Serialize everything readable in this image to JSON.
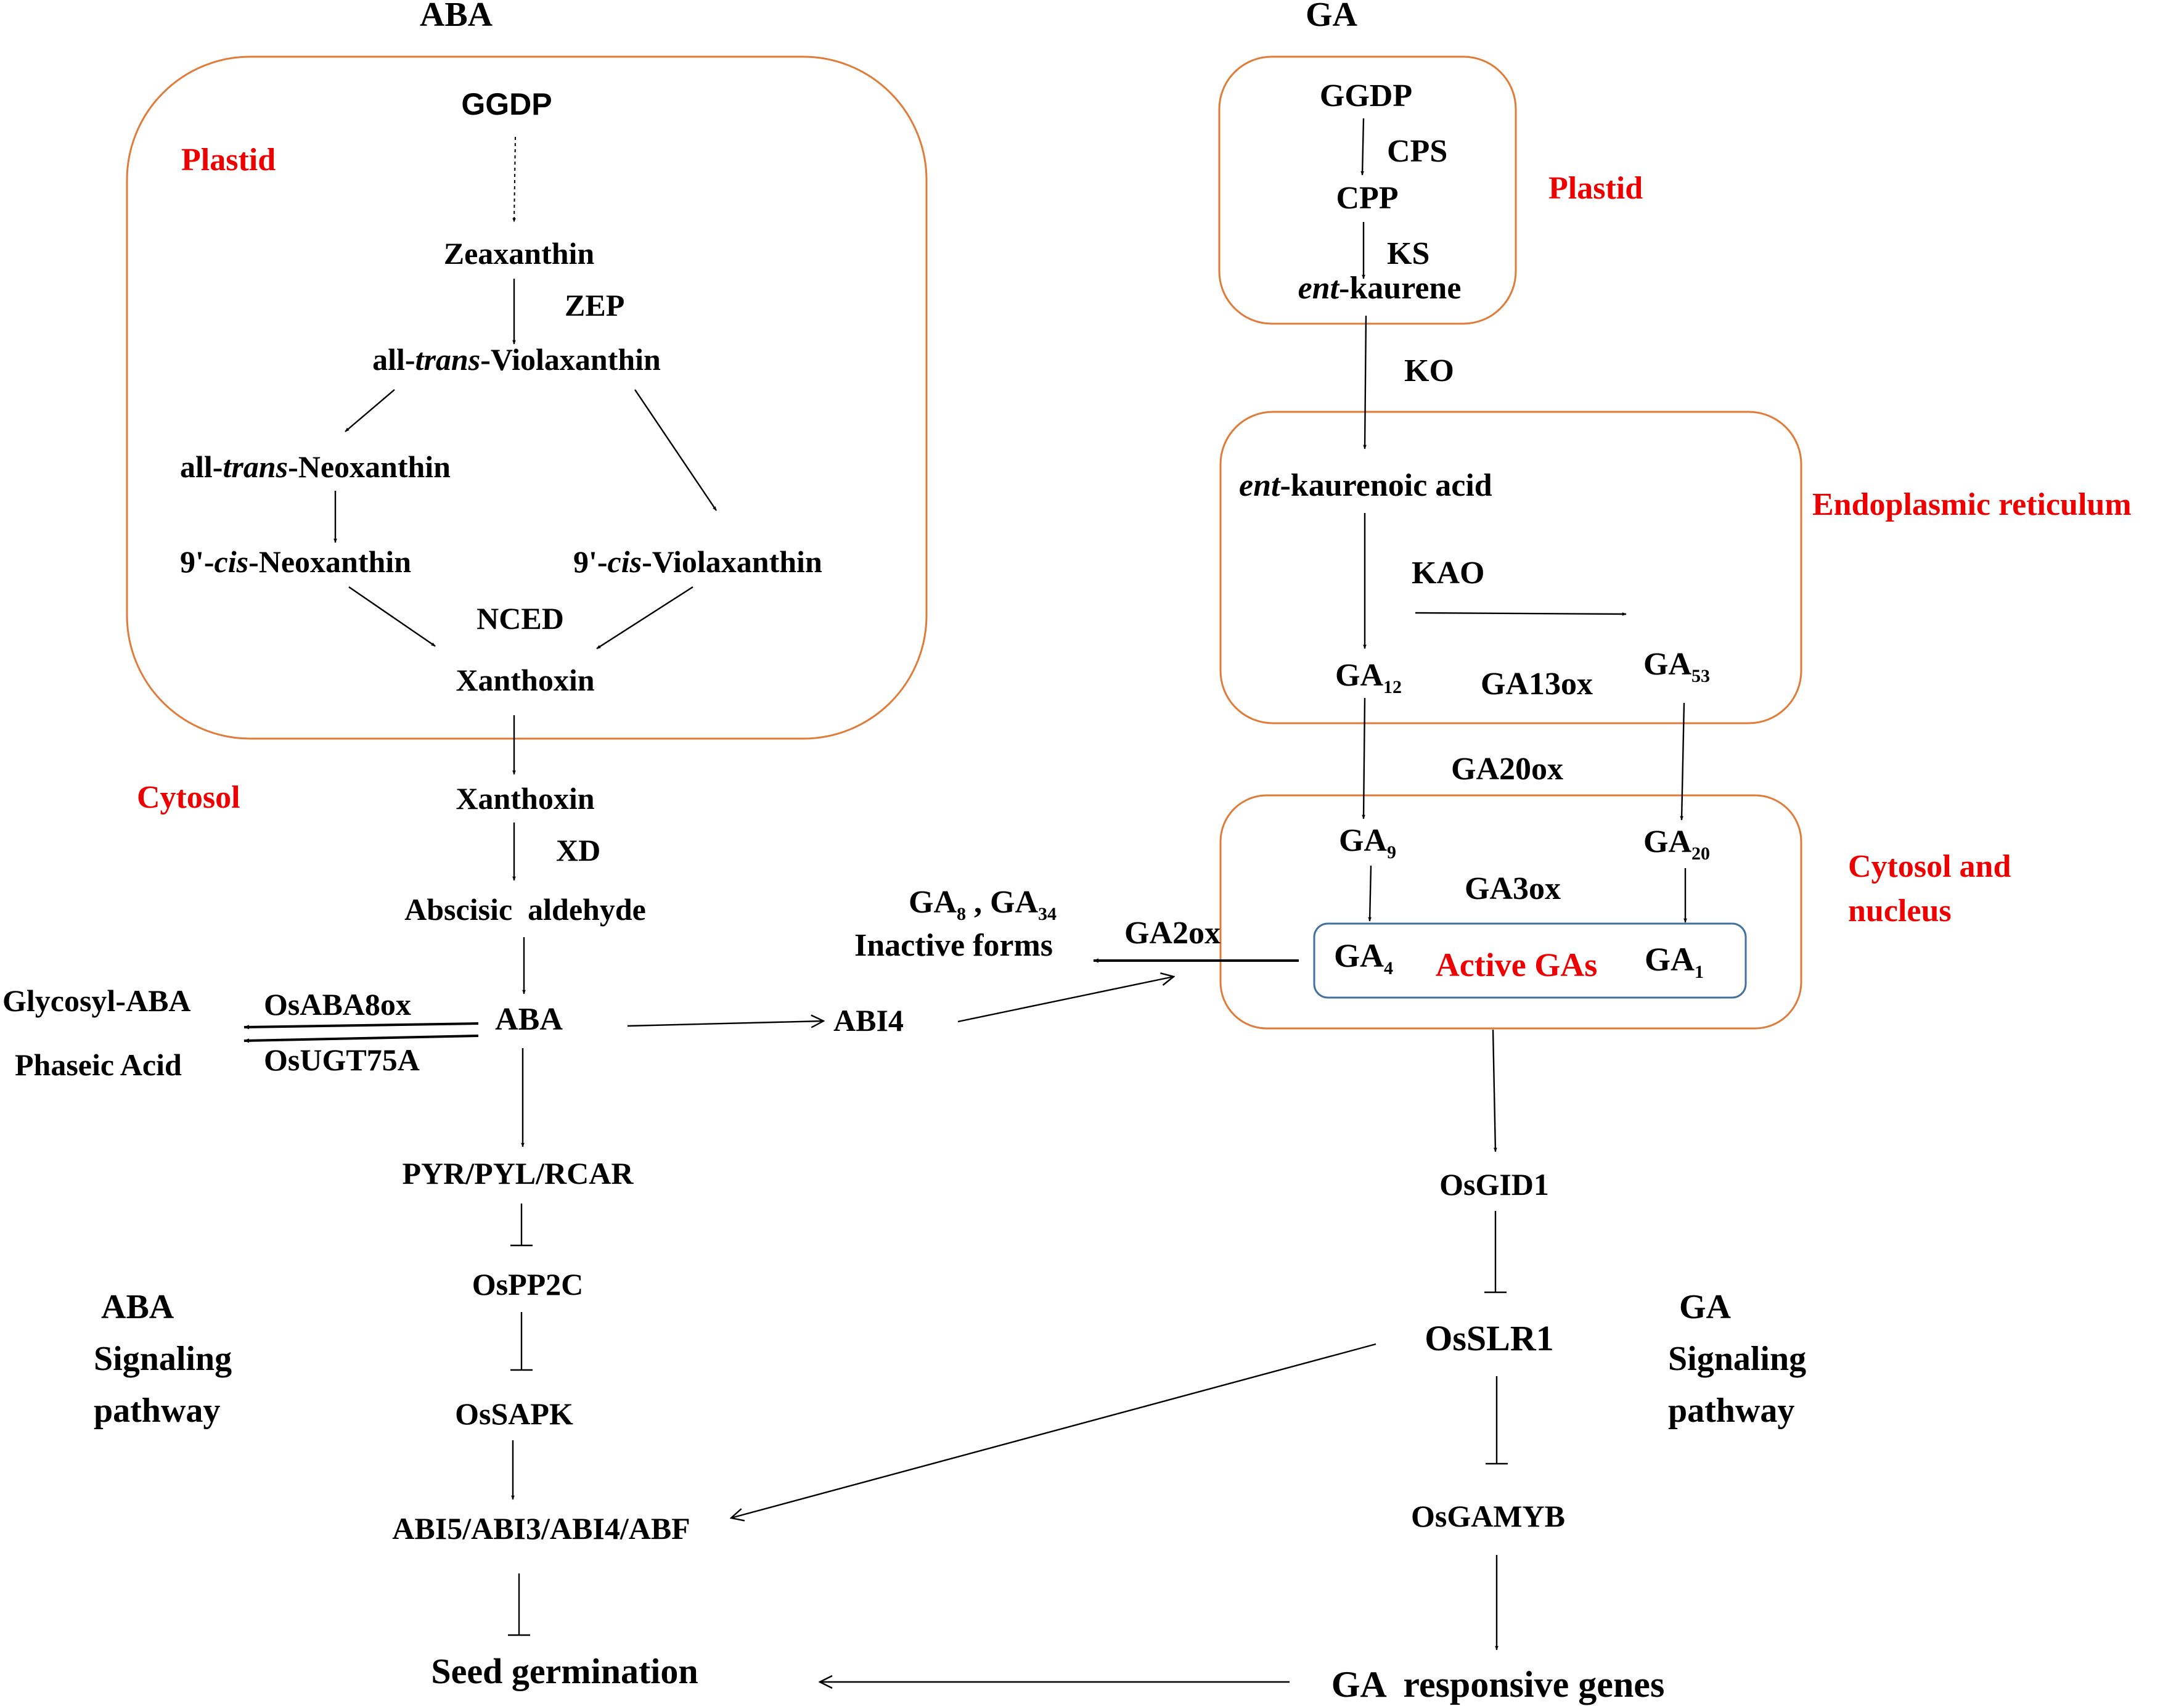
{
  "headers": {
    "aba": "ABA",
    "ga": "GA"
  },
  "compartments": {
    "aba_plastid": "Plastid",
    "aba_cytosol": "Cytosol",
    "ga_plastid": "Plastid",
    "er": "Endoplasmic reticulum",
    "cytosol_nucleus_1": "Cytosol and",
    "cytosol_nucleus_2": "nucleus",
    "active_gas": "Active GAs"
  },
  "aba_biosynthesis": {
    "ggdp": "GGDP",
    "zeaxanthin": "Zeaxanthin",
    "zep": "ZEP",
    "all_trans_prefix": "all-",
    "trans": "trans",
    "violaxanthin_suffix": "-Violaxanthin",
    "neoxanthin_suffix": "-Neoxanthin",
    "cis_prefix": "9'-",
    "cis": "cis",
    "nced": "NCED",
    "xanthoxin_plastid": "Xanthoxin",
    "xanthoxin_cytosol": "Xanthoxin",
    "xd": "XD",
    "abscisic_aldehyde": "Abscisic  aldehyde",
    "aba": "ABA",
    "glycosyl_aba": "Glycosyl-ABA",
    "phaseic_acid": "Phaseic Acid",
    "osaba8ox": "OsABA8ox",
    "osugt75a": "OsUGT75A",
    "abi4": "ABI4"
  },
  "ga_biosynthesis": {
    "ggdp": "GGDP",
    "cps": "CPS",
    "cpp": "CPP",
    "ks": "KS",
    "ent": "ent",
    "kaurene_suffix": "-kaurene",
    "ko": "KO",
    "kaurenoic_suffix": "-kaurenoic acid",
    "kao": "KAO",
    "ga": "GA",
    "sub_12": "12",
    "sub_53": "53",
    "ga13ox": "GA13ox",
    "ga20ox": "GA20ox",
    "sub_9": "9",
    "sub_20": "20",
    "ga3ox": "GA3ox",
    "sub_4": "4",
    "sub_1": "1",
    "ga2ox": "GA2ox",
    "sub_8": "8",
    "sub_34": "34",
    "comma": " , ",
    "inactive_forms": "Inactive forms"
  },
  "aba_signaling": {
    "title_1": "ABA",
    "title_2": "Signaling",
    "title_3": "pathway",
    "receptor": "PYR/PYL/RCAR",
    "pp2c": "OsPP2C",
    "sapk": "OsSAPK",
    "tfs": "ABI5/ABI3/ABI4/ABF",
    "seed_germination": "Seed germination"
  },
  "ga_signaling": {
    "title_1": "GA",
    "title_2": "Signaling",
    "title_3": "pathway",
    "gid1": "OsGID1",
    "slr1": "OsSLR1",
    "gamyb": "OsGAMYB",
    "responsive_genes": "GA  responsive genes"
  }
}
